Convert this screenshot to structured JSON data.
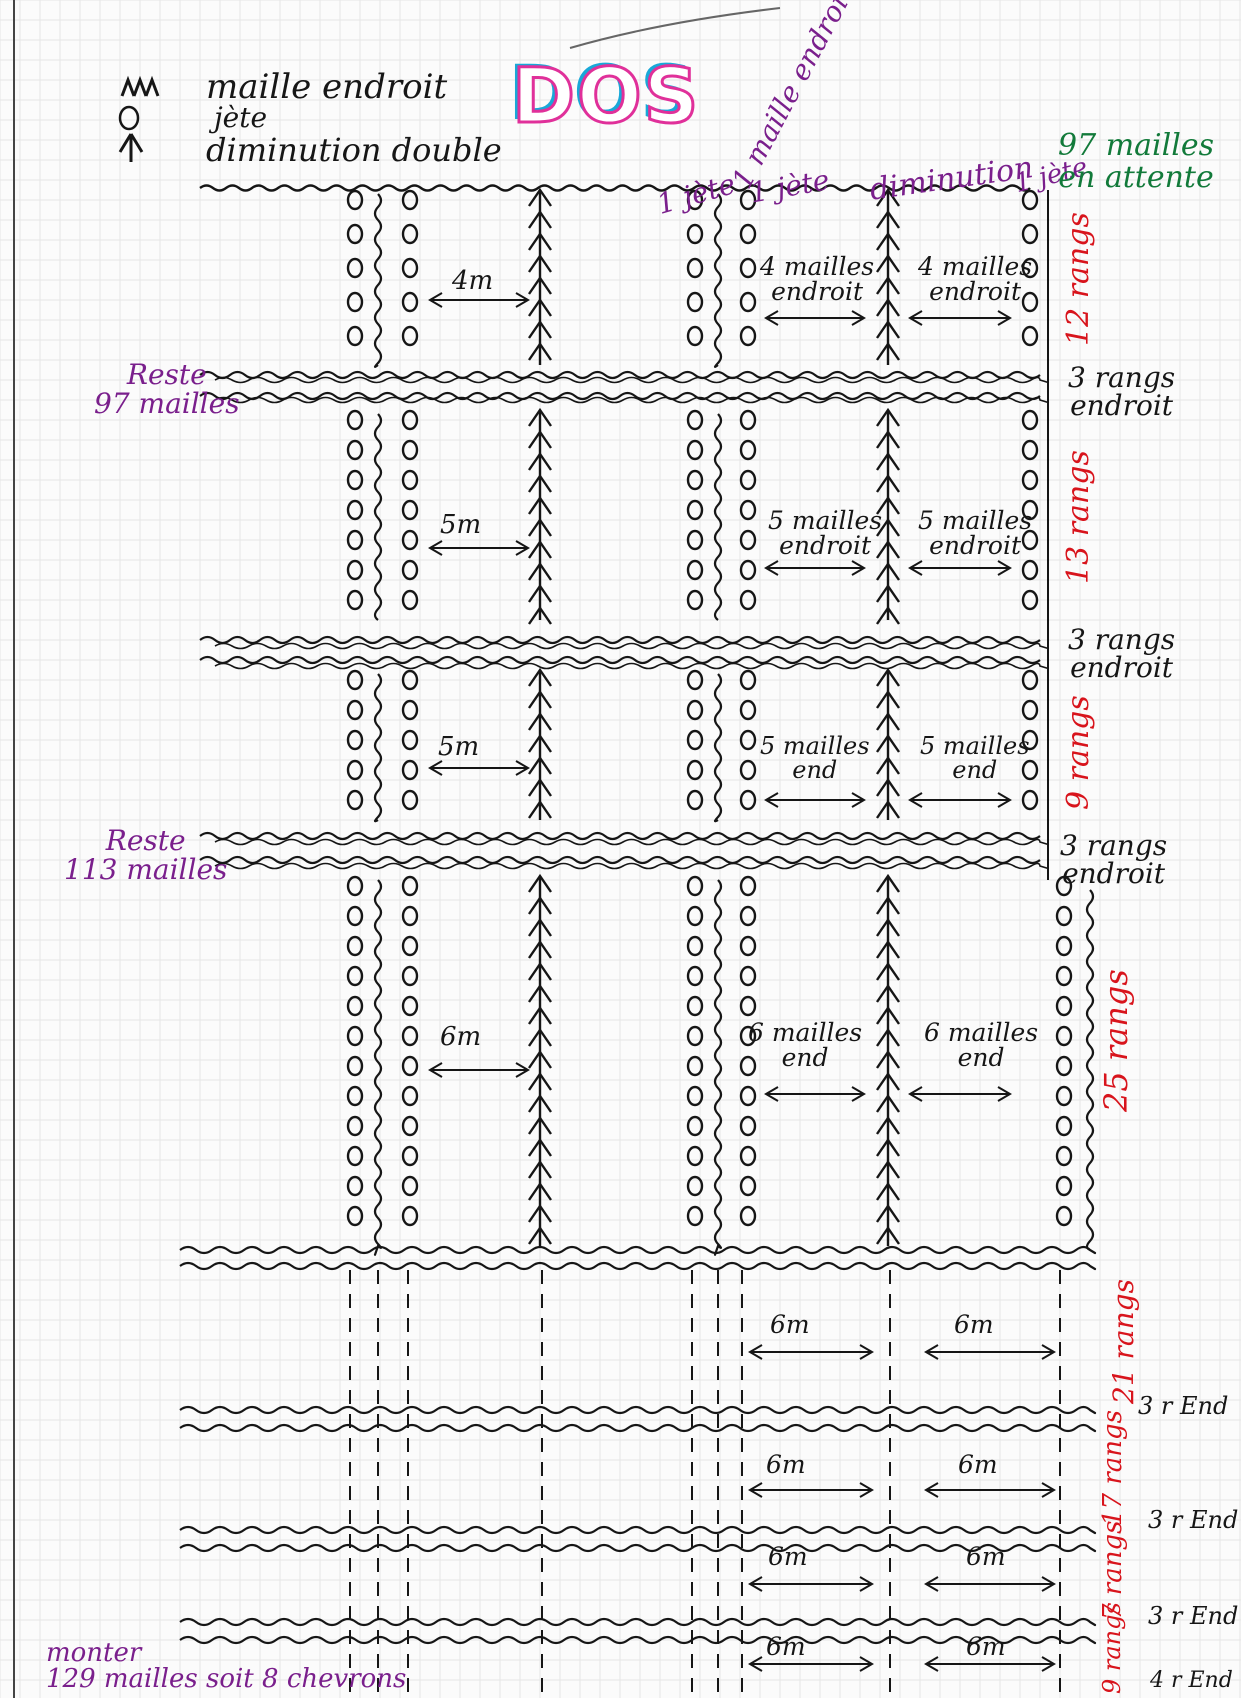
{
  "title": "DOS",
  "legend": [
    {
      "icon": "knit-stitch-icon",
      "label": "maille endroit"
    },
    {
      "icon": "yarn-over-icon",
      "label": "jète"
    },
    {
      "icon": "double-decrease-icon",
      "label": "diminution double"
    }
  ],
  "column_headers": {
    "jete_1": "1 jète",
    "maille_endroit": "1 maille endroit",
    "jete_2": "1 jète",
    "diminution": "diminution",
    "jete_3": "1 jète"
  },
  "stitches_on_hold": "97 mailles\nen attente",
  "side_notes": {
    "reste_97": "Reste\n97 mailles",
    "reste_113": "Reste\n113 mailles",
    "cast_on": "monter\n129 mailles soit 8 chevrons"
  },
  "sections": [
    {
      "rows_label": "12 rangs",
      "left_count": "4m",
      "mid_label": "4 mailles\nendroit",
      "right_label": "4 mailles\nendroit"
    },
    {
      "rows_label": "13 rangs",
      "left_count": "5m",
      "mid_label": "5 mailles\nendroit",
      "right_label": "5 mailles\nendroit"
    },
    {
      "rows_label": "9 rangs",
      "left_count": "5m",
      "mid_label": "5 mailles\nend",
      "right_label": "5 mailles\nend"
    },
    {
      "rows_label": "25 rangs",
      "left_count": "6m",
      "mid_label": "6 mailles\nend",
      "right_label": "6 mailles\nend"
    },
    {
      "rows_label": "21 rangs",
      "mid_label": "6m",
      "right_label": "6m"
    },
    {
      "rows_label": "17 rangs",
      "mid_label": "6m",
      "right_label": "6m"
    },
    {
      "rows_label": "7 rangs",
      "mid_label": "6m",
      "right_label": "6m"
    },
    {
      "rows_label": "9 rangs",
      "mid_label": "6m",
      "right_label": "6m"
    }
  ],
  "separators": [
    {
      "label": "3 rangs\nendroit"
    },
    {
      "label": "3 rangs\nendroit"
    },
    {
      "label": "3 rangs\nendroit"
    },
    {
      "label": "3 r End"
    },
    {
      "label": "3 r End"
    },
    {
      "label": "3 r End"
    },
    {
      "label": "4 r End"
    }
  ],
  "colors": {
    "ink": "#161616",
    "purple": "#7a1f8c",
    "red": "#d8141c",
    "green": "#127a3a",
    "pink": "#e0309a",
    "cyan": "#18a8d8"
  }
}
